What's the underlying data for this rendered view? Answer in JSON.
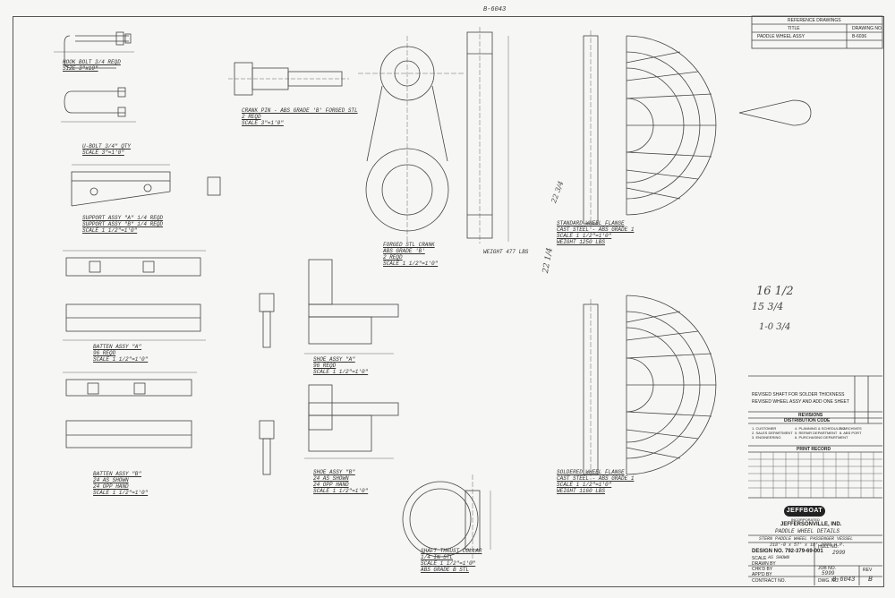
{
  "reference": {
    "header": "REFERENCE DRAWINGS",
    "col_title": "TITLE",
    "col_drawing": "DRAWING NO.",
    "row1_title": "PADDLE WHEEL ASSY",
    "row1_no": "B-6036"
  },
  "corner_top": "B-6043",
  "views": {
    "hook_bolt": "HOOK BOLT 3/4 REQD\nSIZE 3\"x10\"",
    "u_bolt": "U-BOLT 3/4\" QTY\nSCALE 3\"=1'0\"",
    "support": "SUPPORT ASSY \"A\" 1/4 REQD\nSUPPORT ASSY \"B\" 1/4 REQD\nSCALE 1 1/2\"=1'0\"",
    "crank_pin": "CRANK PIN - ABS GRADE 'B' FORGED STL\n2 REQD\nSCALE 3\"=1'0\"",
    "forged_crank": "FORGED STL CRANK\nABS GRADE 'B'\n2 REQD\nSCALE 1 1/2\"=1'0\"",
    "crank_weight": "WEIGHT 477 LBS",
    "batten_a": "BATTEN ASSY \"A\"\n96 REQD\nSCALE 1 1/2\"=1'0\"",
    "batten_b": "BATTEN ASSY \"B\"\n24 AS SHOWN\n24 OPP HAND\nSCALE 1 1/2\"=1'0\"",
    "shoe_a": "SHOE ASSY \"A\"\n96 REQD\nSCALE 1 1/2\"=1'0\"",
    "shoe_b": "SHOE ASSY \"B\"\n24 AS SHOWN\n24 OPP HAND\nSCALE 1 1/2\"=1'0\"",
    "thrust_collar": "SHAFT THRUST COLLAR\n1/4 IN STL\nSCALE 1 1/2\"=1'0\"\nABS GRADE B STL",
    "flange_top": "STANDARD WHEEL FLANGE\nCAST STEEL - ABS GRADE 1\nSCALE 1 1/2\"=1'0\"\nWEIGHT 1250 LBS",
    "flange_bottom": "SOLDERED WHEEL FLANGE\nCAST STEEL - ABS GRADE 1\nSCALE 1 1/2\"=1'0\"\nWEIGHT 1160 LBS"
  },
  "handwritten": {
    "h1": "16 1/2",
    "h2": "15 3/4",
    "h3": "1-0 3/4",
    "h4": "22 1/4",
    "h5": "22 3/4"
  },
  "title_block": {
    "revisions_header": "REVISIONS",
    "rev_lines": [
      "REVISED SHAFT FOR SOLDER THICKNESS",
      "REVISED WHEEL ASSY AND ADD ONE SHEET"
    ],
    "distribution_header": "DISTRIBUTION CODE",
    "distribution_items": [
      "1. CUSTOMER",
      "2. SALES DEPARTMENT",
      "3. ENGINEERING",
      "4. PLANNING & SCHEDULING",
      "5. REPAIR DEPARTMENT",
      "6. PURCHASING DEPARTMENT",
      "7. ARCHIVES",
      "8. ABS PORT"
    ],
    "print_record_header": "PRINT RECORD",
    "logo": "JEFFBOAT",
    "company_sub": "INCORPORATED",
    "company_city": "JEFFERSONVILLE, IND.",
    "title_line1": "PADDLE WHEEL DETAILS",
    "title_line2": "STERN PADDLE WHEEL PASSENGER VESSEL",
    "title_line3": "218'-0 x 57' x 16'  2000 H.P.",
    "design_no": "DESIGN NO. 792-379-69-001",
    "scale_label": "SCALE",
    "scale_value": "AS SHOWN",
    "drawn_label": "DRAWN BY",
    "checked_label": "CHK'D BY",
    "approved_label": "APP'D BY",
    "hull_label": "HULL NO.",
    "hull_value": "2999",
    "job_label": "JOB NO.",
    "job_value": "5999",
    "contract_label": "CONTRACT NO.",
    "dwg_label": "DWG. NO.",
    "dwg_value": "B-6043",
    "rev_label": "REV",
    "rev_value": "B"
  }
}
